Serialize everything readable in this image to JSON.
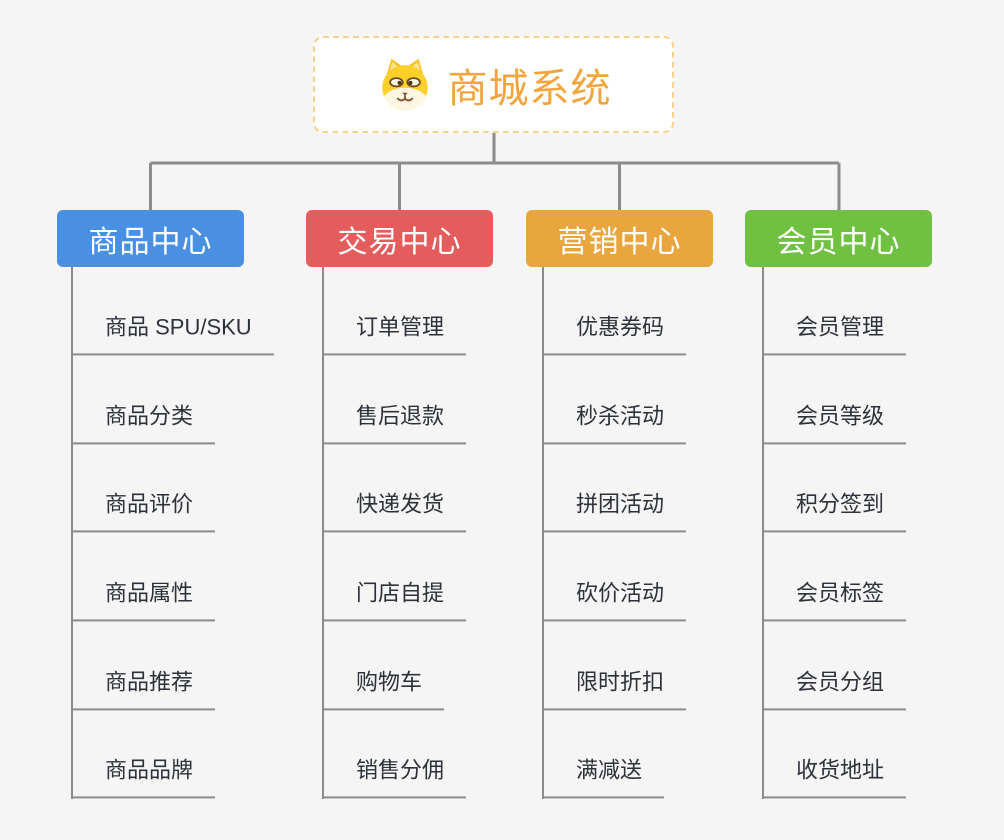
{
  "canvas": {
    "background": "#f5f5f5",
    "connector_color": "#8c8c8c"
  },
  "root": {
    "title": "商城系统",
    "icon": "dog-face-icon",
    "text_color": "#f2a53d",
    "border_color": "#f6d18f",
    "background": "#ffffff"
  },
  "branches": [
    {
      "label": "商品中心",
      "color": "#4a90e2",
      "items": [
        "商品 SPU/SKU",
        "商品分类",
        "商品评价",
        "商品属性",
        "商品推荐",
        "商品品牌"
      ]
    },
    {
      "label": "交易中心",
      "color": "#e45c5c",
      "items": [
        "订单管理",
        "售后退款",
        "快递发货",
        "门店自提",
        "购物车",
        "销售分佣"
      ]
    },
    {
      "label": "营销中心",
      "color": "#eaa63e",
      "items": [
        "优惠券码",
        "秒杀活动",
        "拼团活动",
        "砍价活动",
        "限时折扣",
        "满减送"
      ]
    },
    {
      "label": "会员中心",
      "color": "#70c142",
      "items": [
        "会员管理",
        "会员等级",
        "积分签到",
        "会员标签",
        "会员分组",
        "收货地址"
      ]
    }
  ]
}
